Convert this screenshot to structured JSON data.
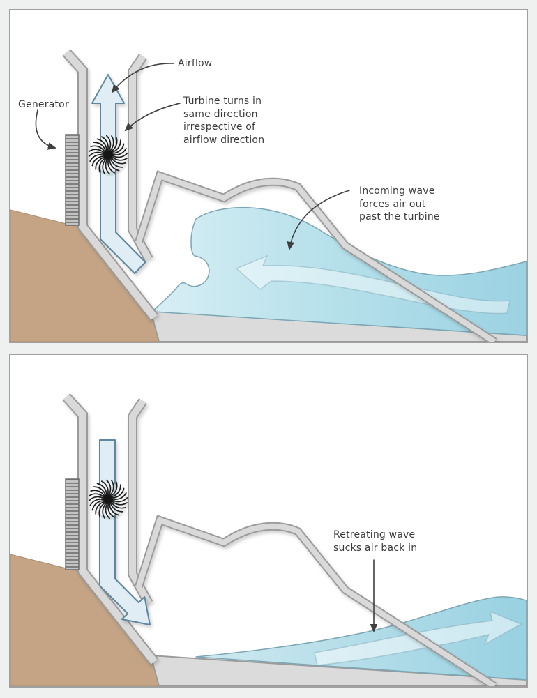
{
  "palette": {
    "page_background": "#eff0f0",
    "panel_background": "#ffffff",
    "panel_border": "#a0a0a0",
    "structure_gray_fill": "#d9d9d9",
    "structure_gray_outline": "#9b9b9b",
    "land_tan": "#c4a485",
    "water_blue": "#a6d8e5",
    "water_light_blue": "#d6edf3",
    "airflow_arrow_fill": "#e0edf4",
    "airflow_arrow_stroke": "#5d87a0",
    "turbine_color": "#1d1d1d",
    "annotation_color": "#3b3b3b"
  },
  "panels": [
    {
      "id": "incoming-wave-panel",
      "labels": {
        "generator": "Generator",
        "airflow": "Airflow",
        "turbine": "Turbine turns in\nsame direction\nirrespective of\nairflow direction",
        "incoming_wave": "Incoming wave\nforces air out\npast the turbine"
      }
    },
    {
      "id": "retreating-wave-panel",
      "labels": {
        "retreating_wave": "Retreating wave\nsucks air back in"
      }
    }
  ]
}
